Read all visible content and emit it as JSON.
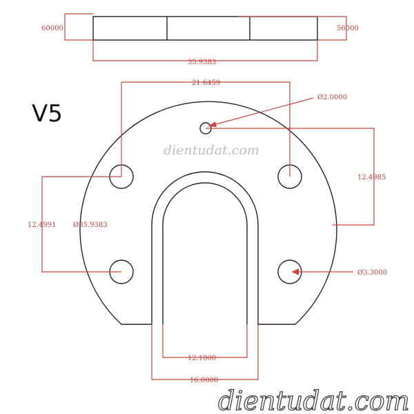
{
  "view_label": "V5",
  "watermarks": {
    "center": "dientudat.com",
    "corner": "dientudat.com"
  },
  "dimensions": {
    "side_left": "60000",
    "side_right": "56000",
    "side_width": "35.9383",
    "hole_spacing_h": "21.6459",
    "center_hole_dia": "Ø2.0000",
    "right_vertical": "12.4985",
    "left_vertical": "12.4991",
    "outer_dia": "Ø35.9383",
    "hole_dia": "Ø3.3000",
    "slot_inner": "12.1000",
    "slot_outer": "16.0000"
  },
  "colors": {
    "dimension": "#c8443c",
    "outline": "#222222"
  }
}
